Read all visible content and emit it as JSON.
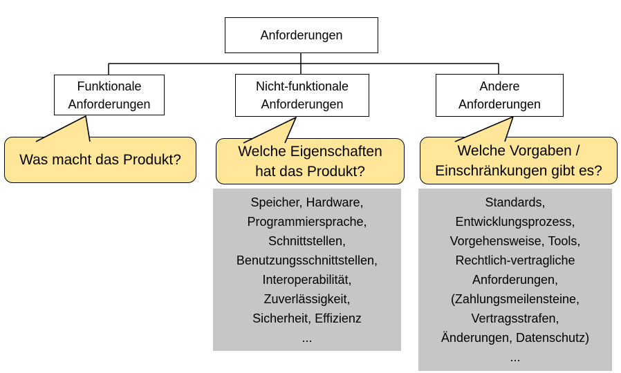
{
  "colors": {
    "callout_fill": "#FFE699",
    "callout_border": "#000000",
    "details_fill": "#C6C6C6",
    "node_fill": "#FFFFFF",
    "node_border": "#000000",
    "connector": "#000000"
  },
  "tree": {
    "root": "Anforderungen",
    "columns": [
      {
        "box_lines": [
          "Funktionale",
          "Anforderungen"
        ],
        "question_lines": [
          "Was macht das Produkt?"
        ],
        "details_lines": []
      },
      {
        "box_lines": [
          "Nicht-funktionale",
          "Anforderungen"
        ],
        "question_lines": [
          "Welche Eigenschaften",
          "hat das Produkt?"
        ],
        "details_lines": [
          "Speicher, Hardware,",
          "Programmiersprache,",
          "Schnittstellen,",
          "Benutzungsschnittstellen,",
          "Interoperabilität,",
          "Zuverlässigkeit,",
          "Sicherheit, Effizienz",
          "..."
        ]
      },
      {
        "box_lines": [
          "Andere",
          "Anforderungen"
        ],
        "question_lines": [
          "Welche Vorgaben /",
          "Einschränkungen gibt es?"
        ],
        "details_lines": [
          "Standards,",
          "Entwicklungsprozess,",
          "Vorgehensweise, Tools,",
          "Rechtlich-vertragliche",
          "Anforderungen,",
          "(Zahlungsmeilensteine,",
          "Vertragsstrafen,",
          "Änderungen, Datenschutz)",
          "..."
        ]
      }
    ]
  }
}
